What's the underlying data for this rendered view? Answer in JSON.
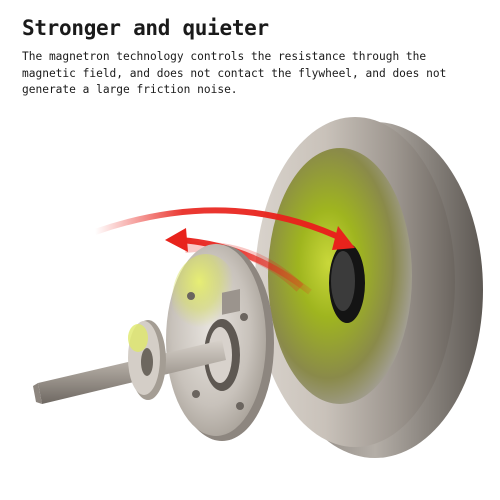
{
  "headline": "Stronger and quieter",
  "description_lines": [
    "The magnetron technology controls the resistance through the",
    "magnetic field, and does not contact the flywheel, and does not",
    "generate a large friction noise."
  ],
  "colors": {
    "text": "#1a1a1a",
    "arrow_red": "#e8231c",
    "flywheel_metal": "#b9b3ac",
    "magnet_glow": "#b8d400",
    "background": "#ffffff"
  },
  "illustration": {
    "subject": "flywheel-magnetron-assembly",
    "parts": [
      "flywheel-disc",
      "magnetron-plate",
      "shaft",
      "small-gear",
      "resistance-arrows"
    ]
  }
}
